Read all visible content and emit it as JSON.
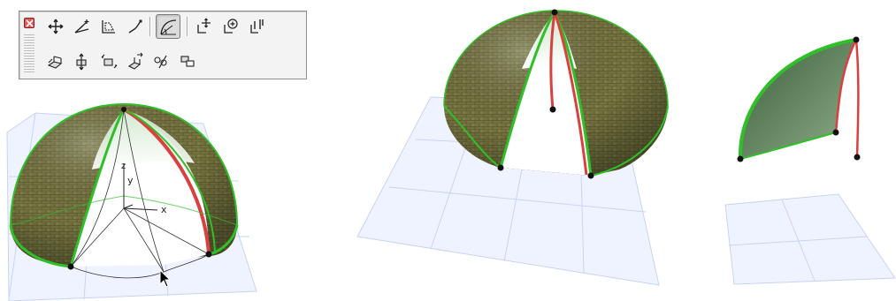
{
  "axis_labels": {
    "z": "z",
    "y": "y",
    "x": "x"
  },
  "toolbar": {
    "close_icon": "close-icon",
    "row1_icons": [
      "move-icon",
      "rotate-node-icon",
      "offset-edge-icon",
      "curve-edge-icon",
      "arc-edit-icon",
      "insert-node-icon",
      "add-node-icon",
      "extrude-icon"
    ],
    "active_icon": "arc-edit-icon",
    "row2_icons": [
      "elevation-icon",
      "push-pull-icon",
      "offset-faces-icon",
      "stretch-icon",
      "cut-icon",
      "merge-icon"
    ]
  },
  "colors": {
    "dome_surface": "#6b6a3c",
    "edge_green": "#2fbf28",
    "edge_red": "#d94040",
    "grid_plane": "#e9efff",
    "grid_line": "#b9c6ea",
    "inner_surface": "#e8f4e6"
  }
}
